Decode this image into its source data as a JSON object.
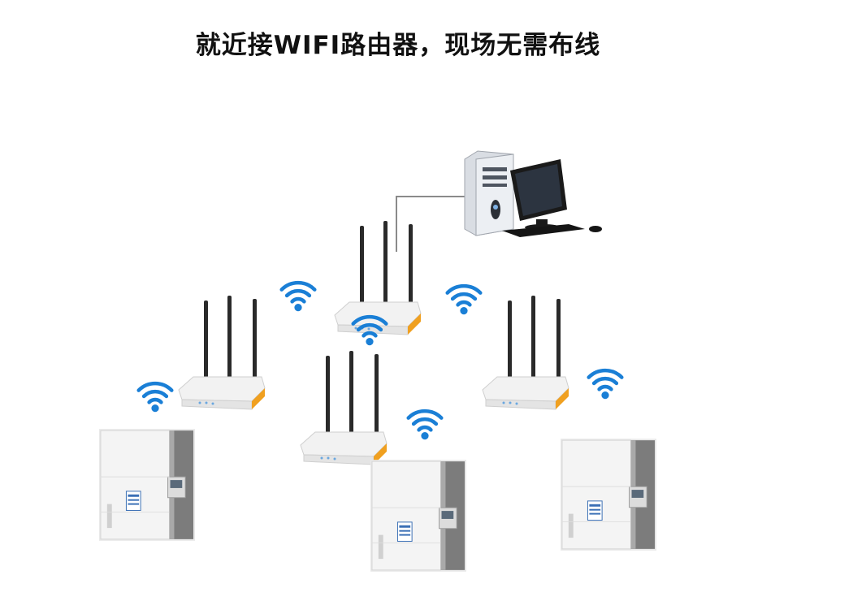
{
  "title": "就近接WIFI路由器，现场无需布线",
  "nodes": {
    "pc": "computer-with-monitor",
    "routers": [
      "main-router",
      "left-router",
      "center-router",
      "right-router"
    ],
    "devices": [
      "left-cabinet",
      "center-cabinet",
      "right-cabinet"
    ]
  },
  "colors": {
    "wifi_blue": "#1a7fd6",
    "router_accent": "#f0a020",
    "router_body": "#eeeeee",
    "antenna": "#2a2a2a",
    "cable": "#8a8a8a"
  },
  "icons": [
    "wifi-icon",
    "router-icon",
    "computer-icon",
    "cabinet-icon"
  ]
}
